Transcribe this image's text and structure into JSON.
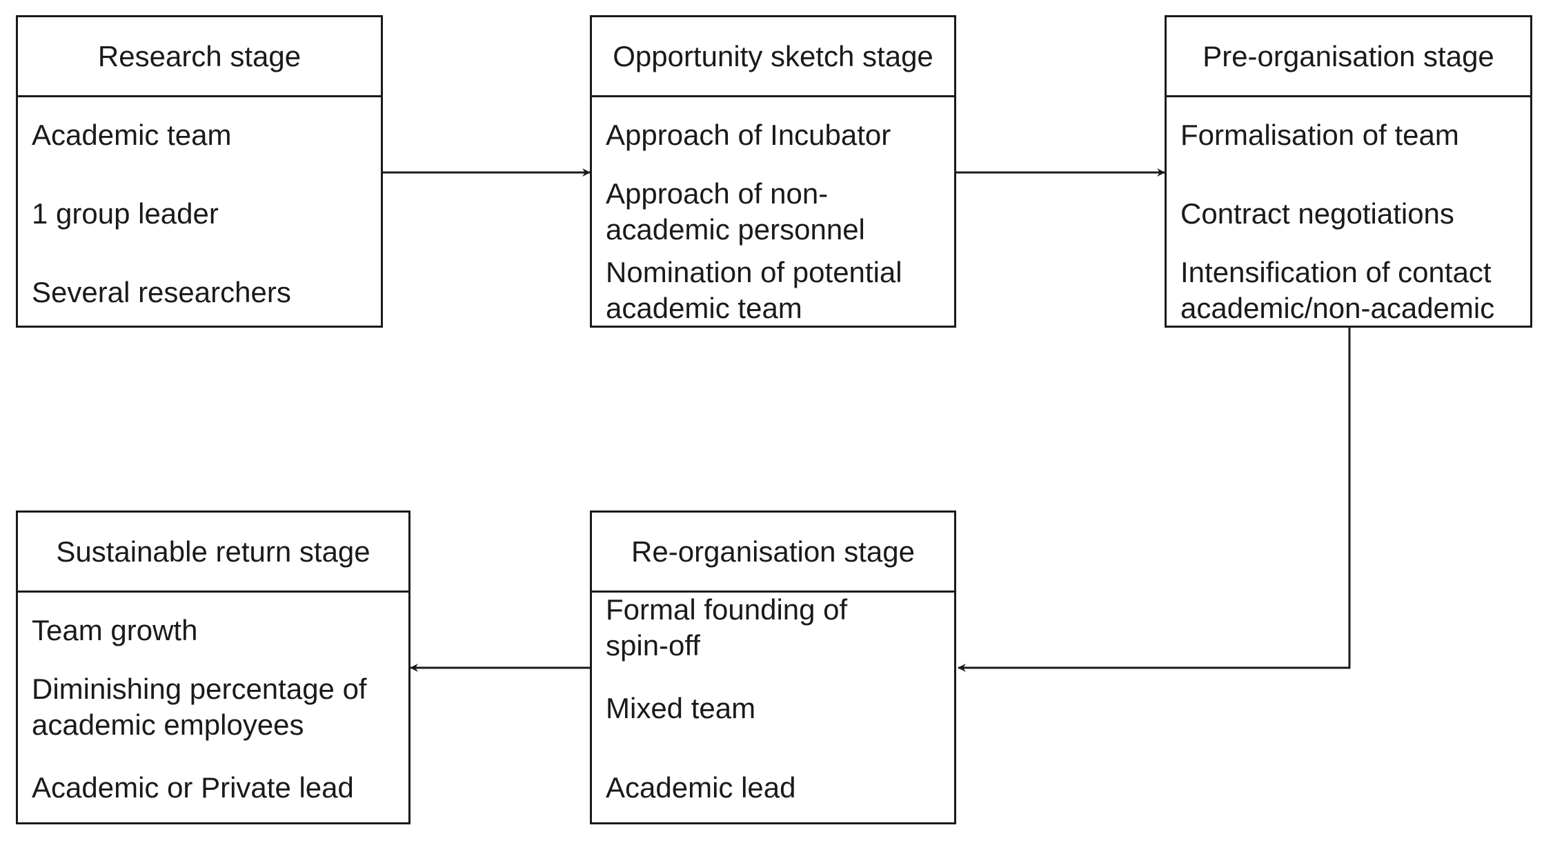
{
  "stages": [
    {
      "id": "research",
      "title": "Research stage",
      "items": [
        "Academic team",
        "1 group leader",
        "Several researchers"
      ]
    },
    {
      "id": "opportunity-sketch",
      "title": "Opportunity sketch stage",
      "items": [
        "Approach of Incubator",
        "Approach of non-academic personnel",
        "Nomination of potential academic team"
      ]
    },
    {
      "id": "pre-organisation",
      "title": "Pre-organisation stage",
      "items": [
        "Formalisation of team",
        "Contract negotiations",
        "Intensification of contact academic/non-academic"
      ]
    },
    {
      "id": "sustainable-return",
      "title": "Sustainable return stage",
      "items": [
        "Team growth",
        "Diminishing percentage of academic employees",
        "Academic or Private lead"
      ]
    },
    {
      "id": "re-organisation",
      "title": "Re-organisation stage",
      "items": [
        "Formal founding of spin-off",
        "Mixed team",
        "Academic lead"
      ]
    }
  ],
  "flow": [
    {
      "from": "research",
      "to": "opportunity-sketch"
    },
    {
      "from": "opportunity-sketch",
      "to": "pre-organisation"
    },
    {
      "from": "pre-organisation",
      "to": "re-organisation"
    },
    {
      "from": "re-organisation",
      "to": "sustainable-return"
    }
  ]
}
